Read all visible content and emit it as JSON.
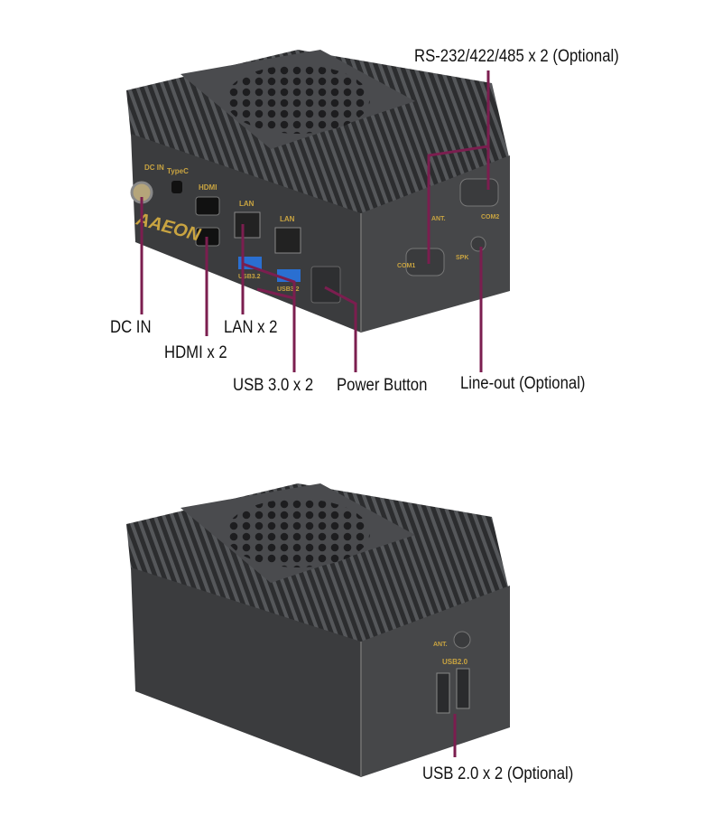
{
  "callouts": {
    "rs232": "RS-232/422/485 x 2 (Optional)",
    "dc_in": "DC IN",
    "hdmi": "HDMI x 2",
    "lan": "LAN x 2",
    "usb3": "USB 3.0 x 2",
    "power": "Power Button",
    "line_out": "Line-out (Optional)",
    "usb2": "USB 2.0 x 2 (Optional)"
  },
  "silkscreen": {
    "dc_in": "DC IN",
    "typec": "TypeC",
    "hdmi": "HDMI",
    "lan1": "LAN",
    "lan2": "LAN",
    "usb1": "USB3.2",
    "usb2": "USB3.2",
    "ant": "ANT.",
    "com1": "COM1",
    "com2": "COM2",
    "spk": "SPK",
    "ant_rear": "ANT.",
    "usb20": "USB2.0",
    "logo": "AAEON"
  },
  "colors": {
    "callout_line": "#7b1e4f",
    "chassis": "#3b3c3e",
    "silkscreen": "#c9a441"
  }
}
